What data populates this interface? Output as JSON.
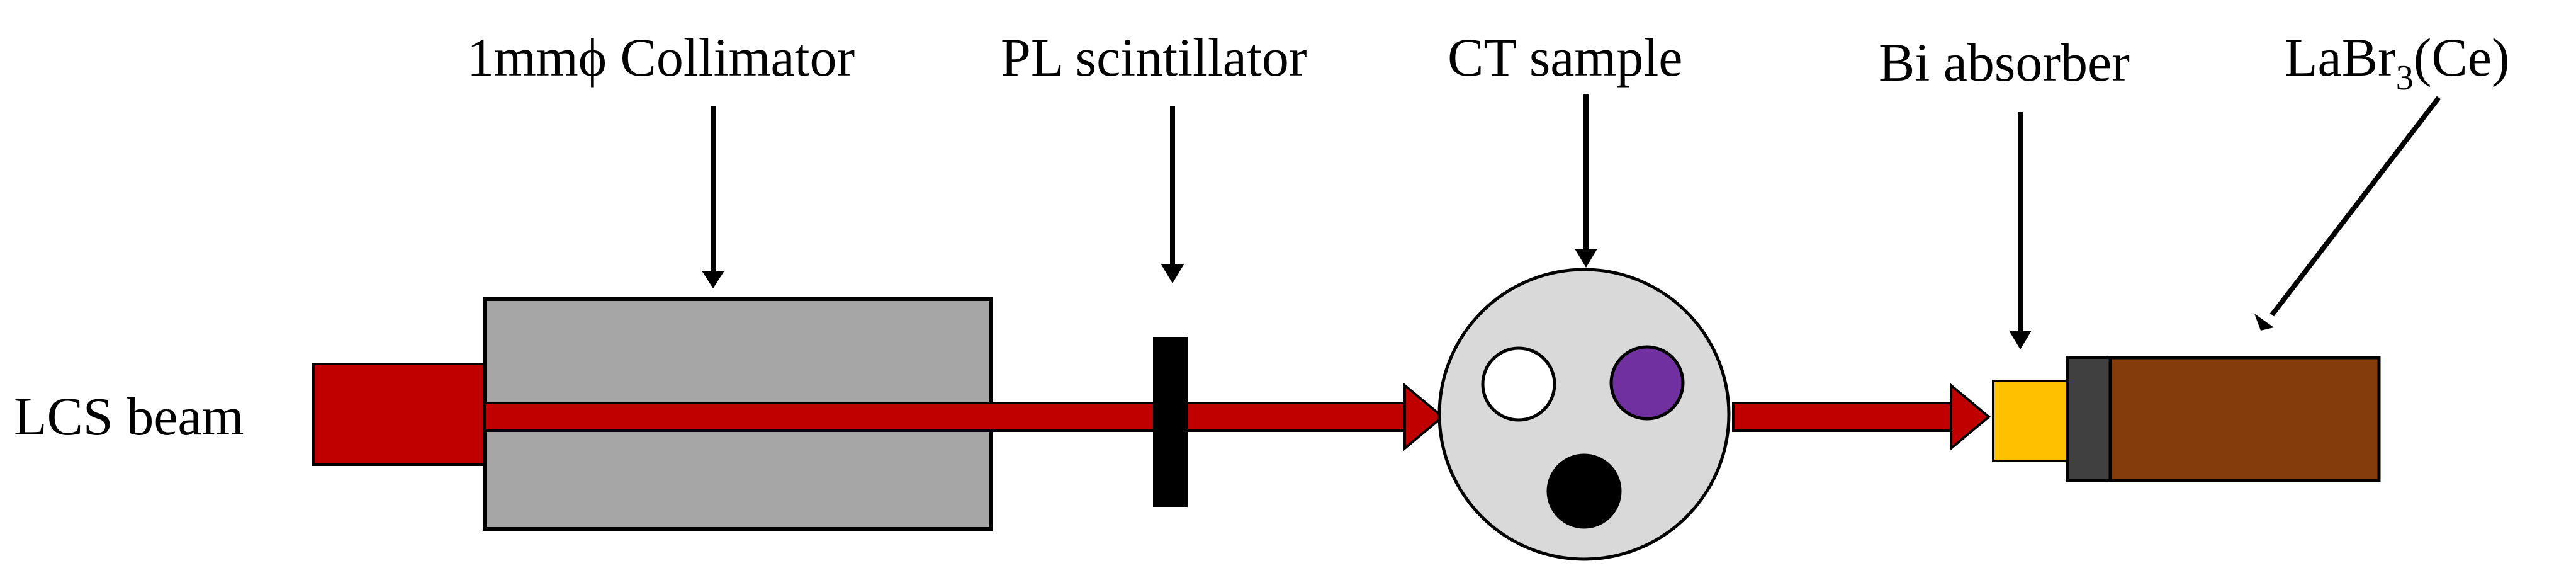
{
  "labels": {
    "collimator": "1mmϕ Collimator",
    "scintillator": "PL scintillator",
    "sample": "CT sample",
    "absorber": "Bi absorber",
    "detector_main": "LaBr",
    "detector_sub": "3",
    "detector_tail": "(Ce)",
    "beam": "LCS beam"
  },
  "colors": {
    "beam": "#c00000",
    "collimator": "#a6a6a6",
    "scintillator": "#000000",
    "sample_disc": "#d9d9d9",
    "hole_white": "#ffffff",
    "hole_purple": "#7030a0",
    "hole_black": "#000000",
    "absorber": "#ffc000",
    "detector_window": "#404040",
    "detector_body": "#843c0c"
  }
}
